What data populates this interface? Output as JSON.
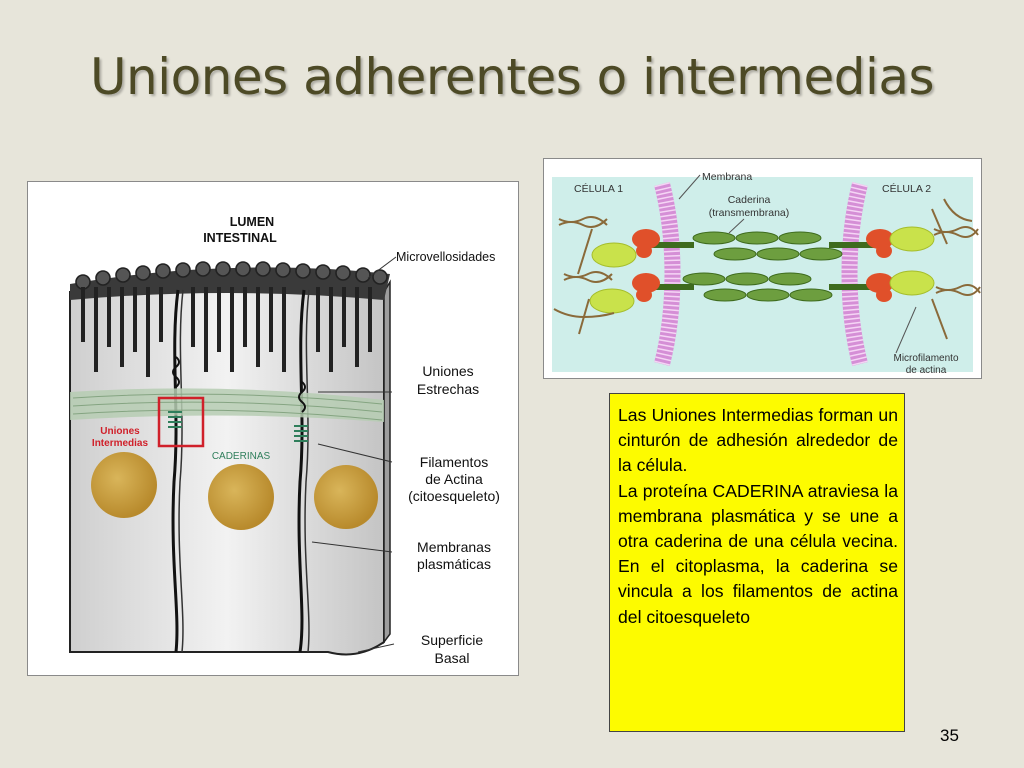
{
  "slide": {
    "title": "Uniones adherentes o intermedias",
    "page_number": "35"
  },
  "left_figure": {
    "lumen_line1": "LUMEN",
    "lumen_line2": "INTESTINAL",
    "microvilli": "Microvellosidades",
    "tight_line1": "Uniones",
    "tight_line2": "Estrechas",
    "adherens_line1": "Uniones",
    "adherens_line2": "Intermedias",
    "cadherins": "CADERINAS",
    "actin_line1": "Filamentos",
    "actin_line2": "de Actina",
    "actin_line3": "(citoesqueleto)",
    "membranes_line1": "Membranas",
    "membranes_line2": "plasmáticas",
    "basal_line1": "Superficie",
    "basal_line2": "Basal"
  },
  "right_figure": {
    "cell1": "CÉLULA 1",
    "cell2": "CÉLULA 2",
    "membrane": "Membrana",
    "cadherin_line1": "Caderina",
    "cadherin_line2": "(transmembrana)",
    "microfilament_line1": "Microfilamento",
    "microfilament_line2": "de actina"
  },
  "note": {
    "paragraph1": "Las Uniones Intermedias forman un cinturón de adhesión alrededor de la célula.",
    "paragraph2": "La proteína CADERINA atraviesa la membrana plasmática y se une a otra caderina de una célula vecina.  En el citoplasma, la caderina se vincula a los filamentos de actina del citoesqueleto"
  },
  "colors": {
    "background": "#e7e5da",
    "title": "#4d4a26",
    "note_background": "#fdfb00",
    "highlight_box": "#d0202a",
    "nucleus": "#c29a3a",
    "membrane_pink": "#d58fd6",
    "cadherin_green": "#6d9e3f",
    "adapter_red": "#e0502a",
    "adapter_lime": "#c9e24b"
  }
}
